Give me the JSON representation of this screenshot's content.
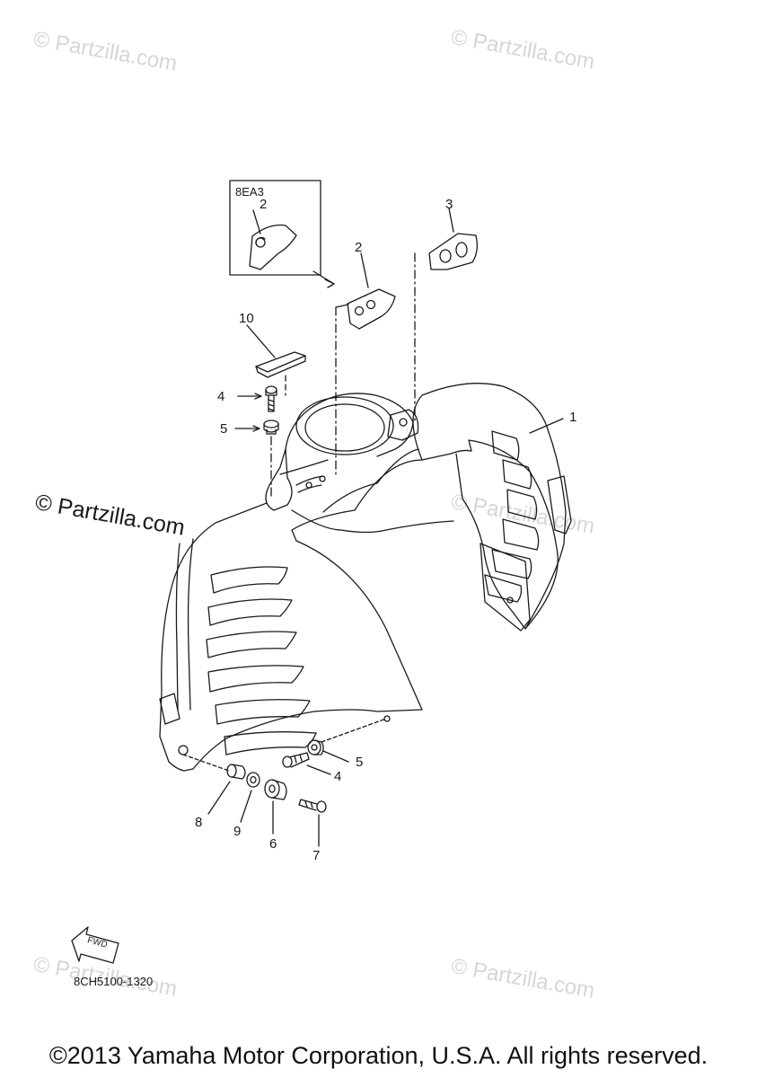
{
  "watermarks": {
    "faint": "© Partzilla.com",
    "strong": "© Partzilla.com"
  },
  "inset": {
    "label": "8EA3",
    "callout": "2"
  },
  "callouts": {
    "c1": "1",
    "c2": "2",
    "c3": "3",
    "c4a": "4",
    "c4b": "4",
    "c5a": "5",
    "c5b": "5",
    "c6": "6",
    "c7": "7",
    "c8": "8",
    "c9": "9",
    "c10": "10"
  },
  "fwd_label": "FWD",
  "diagram_code": "8CH5100-1320",
  "copyright": "©2013 Yamaha Motor Corporation, U.S.A. All rights reserved."
}
